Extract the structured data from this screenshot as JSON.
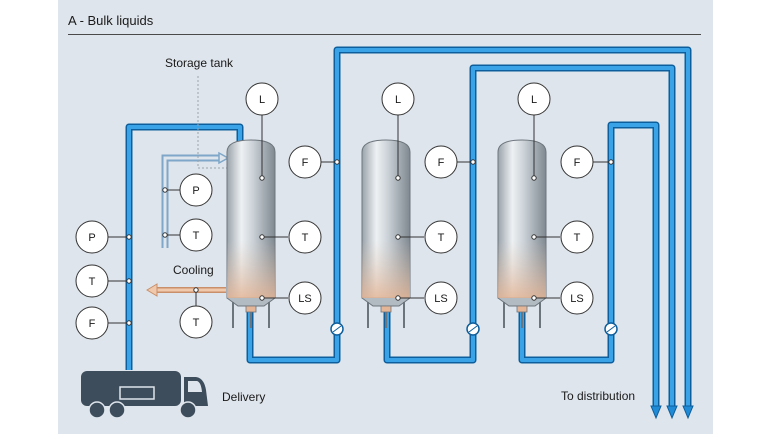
{
  "title": "A - Bulk liquids",
  "labels": {
    "storage_tank": "Storage tank",
    "cooling": "Cooling",
    "delivery": "Delivery",
    "to_distribution": "To distribution"
  },
  "gauges": {
    "delivery_p": "P",
    "delivery_t": "T",
    "delivery_f": "F",
    "cooling_p": "P",
    "cooling_t": "T",
    "cooling_out_t": "T",
    "tank1_l": "L",
    "tank1_f": "F",
    "tank1_t": "T",
    "tank1_ls": "LS",
    "tank2_l": "L",
    "tank2_f": "F",
    "tank2_t": "T",
    "tank2_ls": "LS",
    "tank3_l": "L",
    "tank3_f": "F",
    "tank3_t": "T",
    "tank3_ls": "LS"
  },
  "colors": {
    "pipe": "#1f8bd6",
    "pipe_dark": "#0d5e9c",
    "cooling_pipe": "#e8b79a",
    "truck": "#3d4d5c",
    "tank_light": "#e8ecef",
    "tank_dark": "#8d979f"
  }
}
